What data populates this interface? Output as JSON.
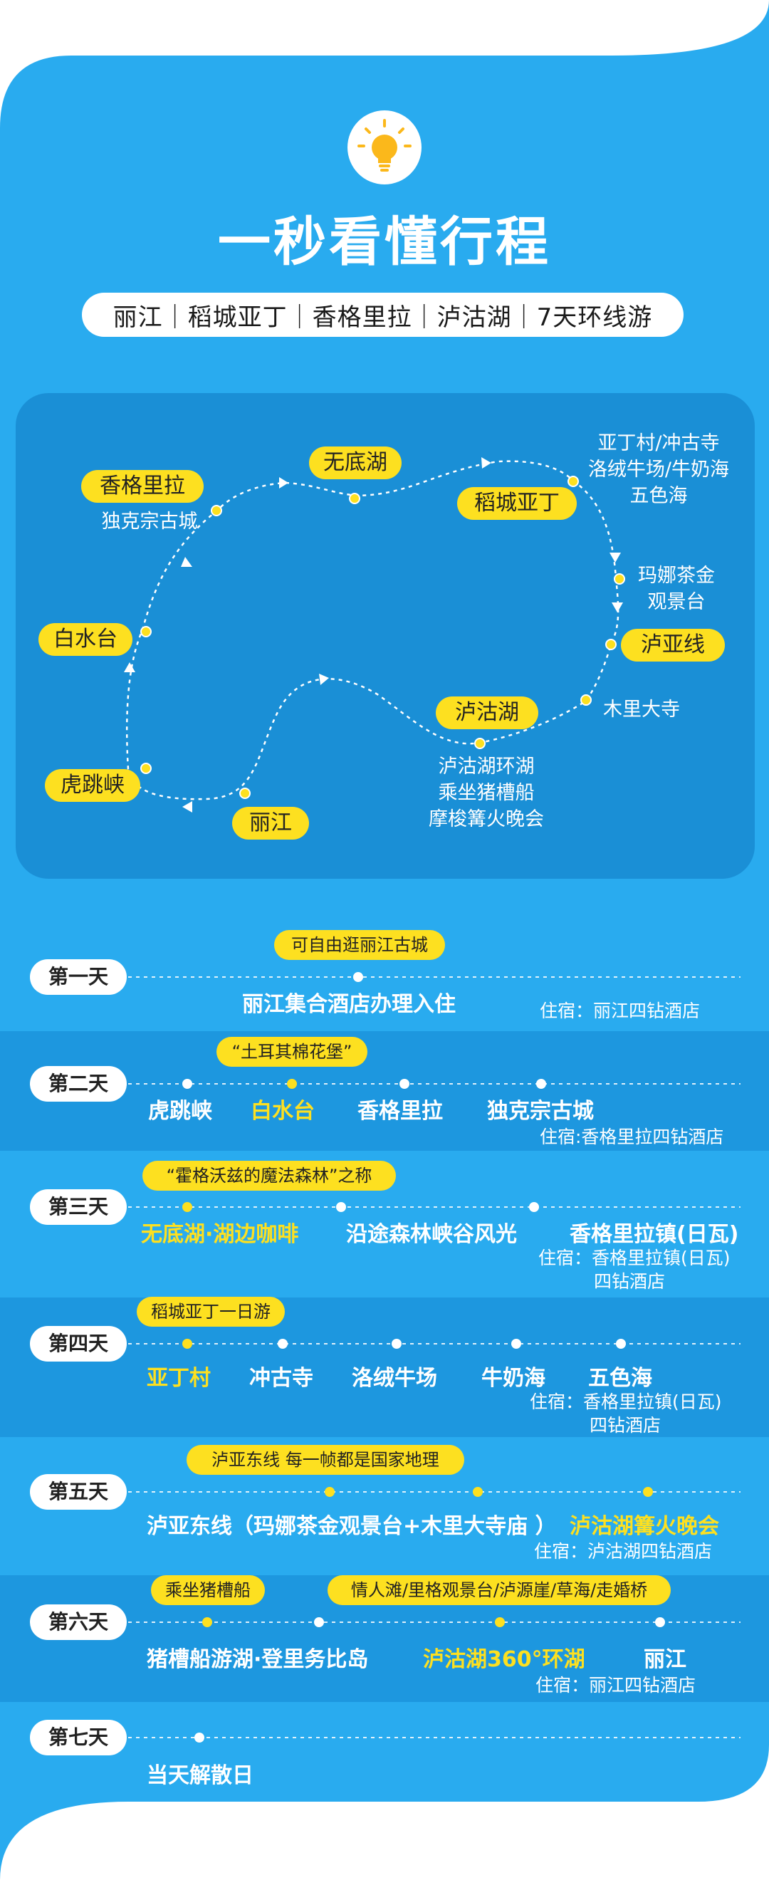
{
  "header": {
    "title": "一秒看懂行程",
    "subtitle": "丽江｜稻城亚丁｜香格里拉｜泸沽湖｜7天环线游",
    "icon": "lightbulb-icon"
  },
  "colors": {
    "background": "#29abef",
    "map_panel": "#1a8fd6",
    "band_dark": "#1d97df",
    "highlight": "#fde020",
    "text": "#ffffff"
  },
  "route_map": {
    "labels": [
      "香格里拉",
      "无底湖",
      "稻城亚丁",
      "白水台",
      "泸亚线",
      "泸沽湖",
      "虎跳峡",
      "丽江"
    ],
    "notes": {
      "shangrila": "独克宗古城",
      "daocheng": [
        "亚丁村/冲古寺",
        "洛绒牛场/牛奶海",
        "五色海"
      ],
      "manicuo": [
        "玛娜茶金",
        "观景台"
      ],
      "mulidasi": "木里大寺",
      "lugu": [
        "泸沽湖环湖",
        "乘坐猪槽船",
        "摩梭篝火晚会"
      ]
    }
  },
  "days": [
    {
      "label": "第一天",
      "notes": [
        "可自由逛丽江古城"
      ],
      "stops": [
        "丽江集合酒店办理入住"
      ],
      "stay": [
        "住宿：丽江四钻酒店"
      ]
    },
    {
      "label": "第二天",
      "notes": [
        "“土耳其棉花堡”"
      ],
      "stops": [
        "虎跳峡",
        "白水台",
        "香格里拉",
        "独克宗古城"
      ],
      "stay": [
        "住宿:香格里拉四钻酒店"
      ]
    },
    {
      "label": "第三天",
      "notes": [
        "“霍格沃兹的魔法森林”之称"
      ],
      "stops": [
        "无底湖·湖边咖啡",
        "沿途森林峡谷风光",
        "香格里拉镇(日瓦)"
      ],
      "stay": [
        "住宿：香格里拉镇(日瓦)",
        "四钻酒店"
      ]
    },
    {
      "label": "第四天",
      "notes": [
        "稻城亚丁一日游"
      ],
      "stops": [
        "亚丁村",
        "冲古寺",
        "洛绒牛场",
        "牛奶海",
        "五色海"
      ],
      "stay": [
        "住宿：香格里拉镇(日瓦)",
        "四钻酒店"
      ]
    },
    {
      "label": "第五天",
      "notes": [
        "泸亚东线  每一帧都是国家地理"
      ],
      "stops": [
        "泸亚东线（玛娜茶金观景台+木里大寺庙 ）",
        "泸沽湖篝火晚会"
      ],
      "stay": [
        "住宿：泸沽湖四钻酒店"
      ]
    },
    {
      "label": "第六天",
      "notes": [
        "乘坐猪槽船",
        "情人滩/里格观景台/泸源崖/草海/走婚桥"
      ],
      "stops": [
        "猪槽船游湖·登里务比岛",
        "泸沽湖360°环湖",
        "丽江"
      ],
      "stay": [
        "住宿：丽江四钻酒店"
      ]
    },
    {
      "label": "第七天",
      "notes": [],
      "stops": [
        "当天解散日"
      ],
      "stay": []
    }
  ]
}
